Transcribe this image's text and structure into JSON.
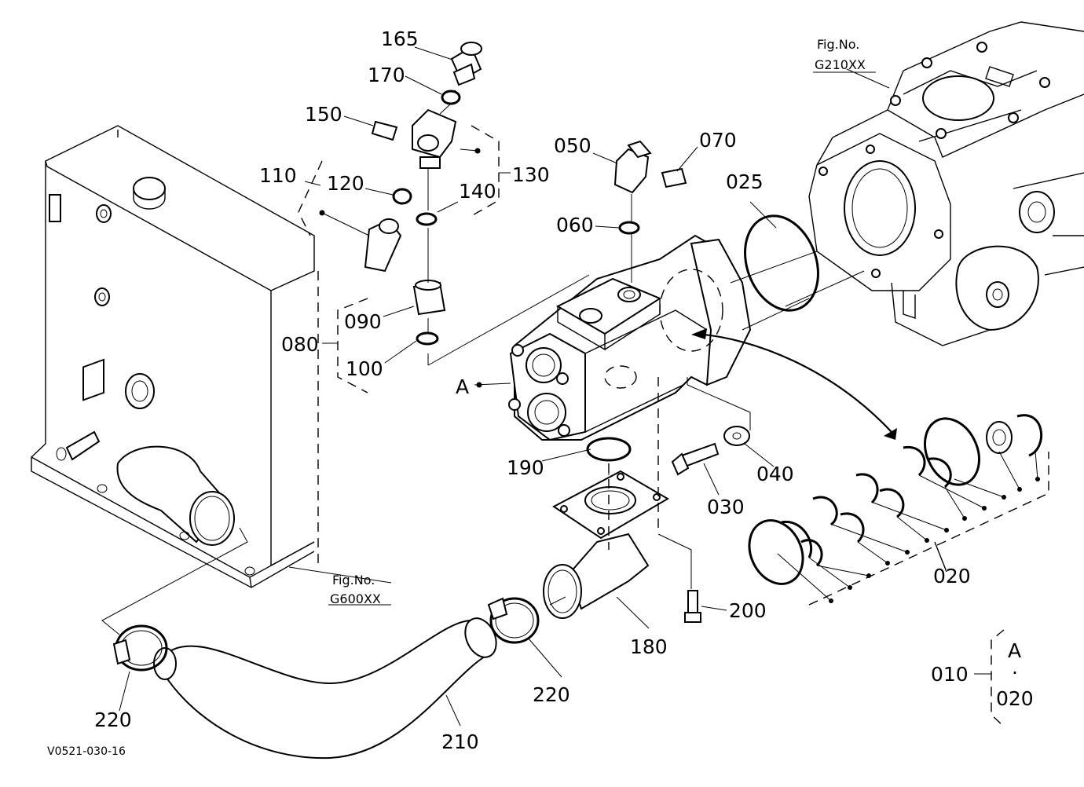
{
  "callouts": {
    "c165": "165",
    "c170": "170",
    "c150": "150",
    "c110": "110",
    "c120": "120",
    "c130": "130",
    "c140": "140",
    "c090": "090",
    "c080": "080",
    "c100": "100",
    "c050": "050",
    "c070": "070",
    "c060": "060",
    "c025": "025",
    "cA": "A",
    "c190": "190",
    "c040": "040",
    "c030": "030",
    "c020": "020",
    "c200": "200",
    "c180": "180",
    "c220a": "220",
    "c220b": "220",
    "c210": "210",
    "c010": "010",
    "legendA": "A",
    "legendDot": "·",
    "legend020": "020"
  },
  "figrefs": {
    "fig1_line1": "Fig.No.",
    "fig1_line2": "G210XX",
    "fig2_line1": "Fig.No.",
    "fig2_line2": "G600XX"
  },
  "drawing_code": "V0521-030-16"
}
